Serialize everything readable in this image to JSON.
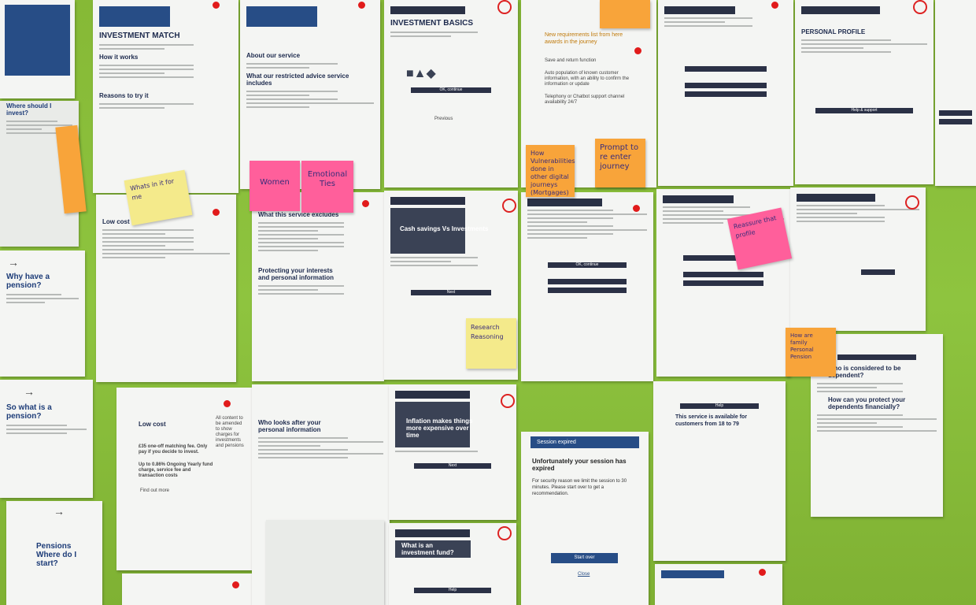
{
  "wall": {
    "color": "#8bbf3a"
  },
  "sheets": {
    "investment_match": {
      "title": "INVESTMENT MATCH",
      "section1": "How it works",
      "section2": "Reasons to try it"
    },
    "about_service": {
      "title": "About our service",
      "subtitle": "What our restricted advice service includes"
    },
    "investment_basics": {
      "title": "INVESTMENT BASICS",
      "button": "OK, continue",
      "link": "Previous"
    },
    "requirements": {
      "heading": "New requirements list from here awards in the journey",
      "item1": "Save and return function",
      "item2": "Auto population of known customer information, with an ability to confirm the information or update",
      "item3": "Telephony or Chatbot support channel availability 24/7"
    },
    "low_cost_small": {
      "title": "Low cost"
    },
    "what_excludes": {
      "title": "What this service excludes",
      "title2": "Protecting your interests and personal information"
    },
    "cash_savings": {
      "title": "Cash savings Vs Investments",
      "button": "Next"
    },
    "your_progress": {
      "button": "OK, continue"
    },
    "low_cost": {
      "title": "Low cost",
      "line1": "£35 one-off matching fee. Only pay if you decide to invest.",
      "line2": "Up to 0.86% Ongoing Yearly fund charge, service fee and transaction costs",
      "link": "Find out more",
      "side": "All content to be amended to show charges for investments and pensions"
    },
    "looks_after": {
      "title": "Who looks after your personal information"
    },
    "inflation": {
      "title": "Inflation makes things more expensive over time",
      "button": "Next"
    },
    "session_expired": {
      "title": "Session expired",
      "heading": "Unfortunately your session has expired",
      "body": "For security reason we limit the session to 30 minutes. Please start over to get a recommendation.",
      "button": "Start over",
      "link": "Close"
    },
    "help_available": {
      "button": "Help",
      "text": "This service is available for customers from 18 to 79"
    },
    "personal_profile": {
      "title": "PERSONAL PROFILE",
      "button": "Help & support"
    },
    "dependents": {
      "heading": "Who is considered to be dependent?",
      "heading2": "How can you protect your dependents financially?"
    },
    "what_is_fund": {
      "title": "What is an investment fund?",
      "button": "Help"
    }
  },
  "left_strip": {
    "q1": "Where should I invest?",
    "q2": "Why have a pension?",
    "q3": "So what is a pension?",
    "q4": "Pensions Where do I start?"
  },
  "stickies": {
    "women": "Women",
    "emotional": "Emotional Ties",
    "vulnerabilities": "How Vulnerabilities done in other digital journeys (Mortgages)",
    "prompt": "Prompt to re enter journey",
    "yellow_top": "Whats in it for me",
    "reassure": "Reassure that profile",
    "yellow_mid": "Research Reasoning",
    "orange_mid": "How are family Personal Pension"
  },
  "colors": {
    "pink": "#ff5f9b",
    "orange": "#f8a43a",
    "yellow": "#f4ea8b",
    "dot": "#e11b1b",
    "navy": "#2a3145",
    "blue": "#274d86"
  }
}
